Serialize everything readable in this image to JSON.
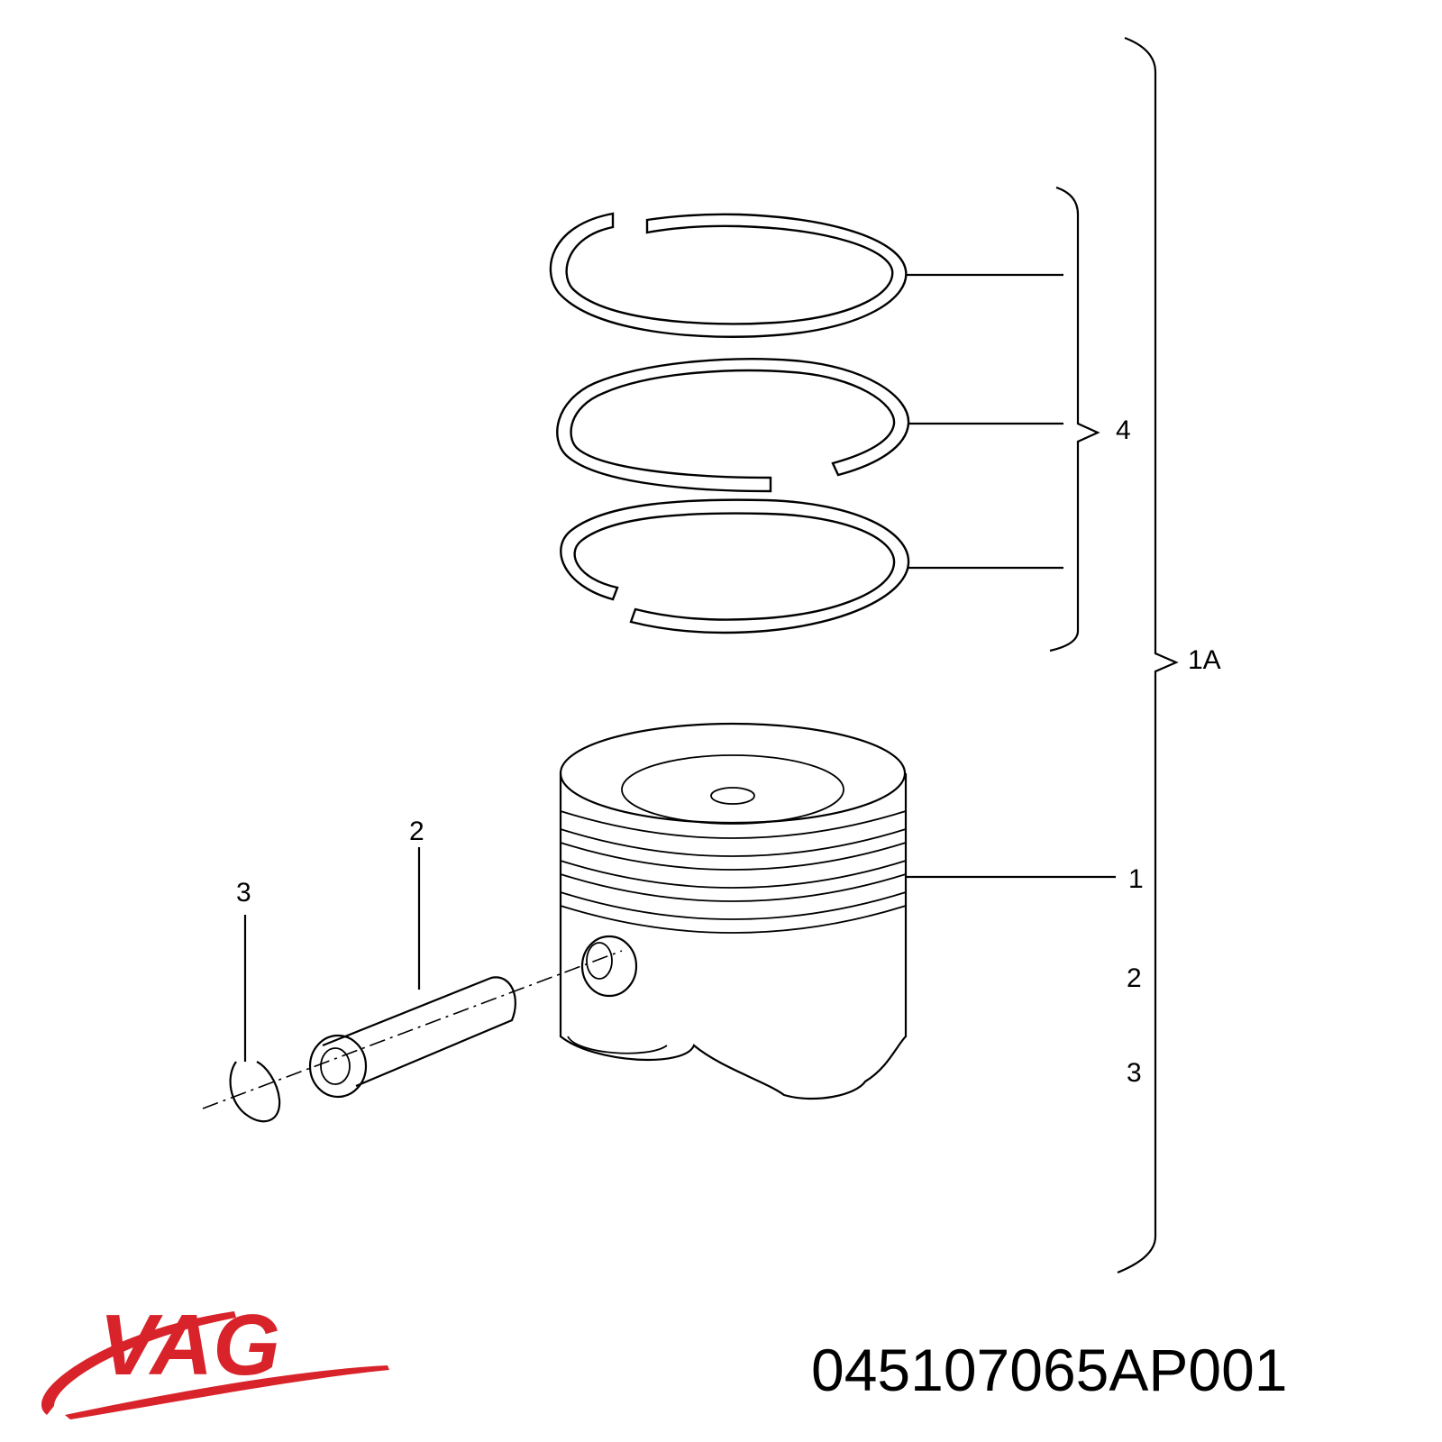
{
  "diagram": {
    "callouts": {
      "rings_group": "4",
      "assembly": "1A",
      "piston": "1",
      "pin_top": "2",
      "clip_top": "3",
      "list_2": "2",
      "list_3": "3"
    }
  },
  "brand": {
    "name": "VAG",
    "color": "#d8232a"
  },
  "part_number": "045107065AP001"
}
